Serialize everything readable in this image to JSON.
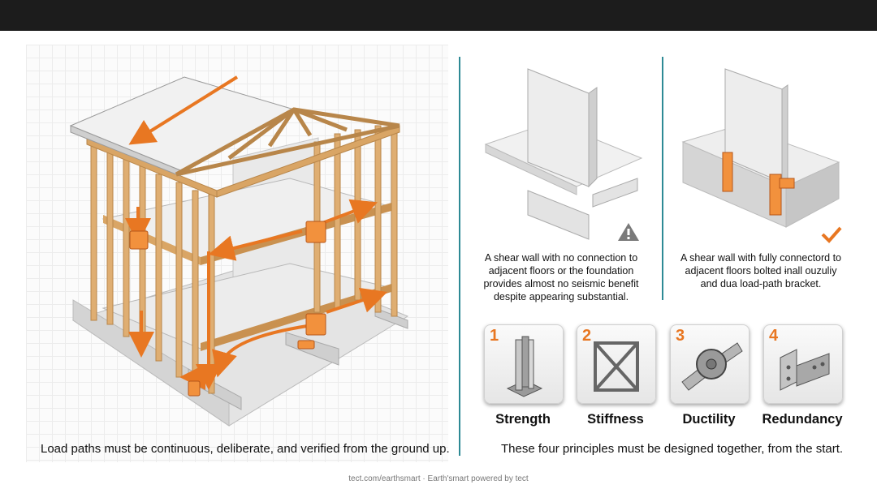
{
  "left": {
    "caption": "Load paths must be continuous, deliberate, and verified from the ground up."
  },
  "walls": {
    "bad_caption": [
      "A shear wall with no connection to",
      "adjacent floors or the foundation",
      "provides almost no seismic benefit",
      "despite appearing substantial."
    ],
    "good_caption": [
      "A shear wall with fully connectord to",
      "adjacent floors bolted ɨnall ouzuliy",
      "and dua load-path bracket."
    ],
    "bad_icon": "warning-icon",
    "good_icon": "checkmark-icon"
  },
  "principles": {
    "items": [
      {
        "number": "1",
        "label": "Strength",
        "icon": "steel-column-icon"
      },
      {
        "number": "2",
        "label": "Stiffness",
        "icon": "braced-frame-icon"
      },
      {
        "number": "3",
        "label": "Ductility",
        "icon": "pin-joint-icon"
      },
      {
        "number": "4",
        "label": "Redundancy",
        "icon": "bracket-connector-icon"
      }
    ],
    "caption": "These four principles must be designed together, from the start."
  },
  "footer": {
    "text": "tect.com/earthsmart · Earth'smart powered by tect"
  },
  "colors": {
    "accent": "#e87722",
    "divider": "#2e8a95",
    "wood": "#d9a565",
    "topbar": "#1c1c1c"
  }
}
